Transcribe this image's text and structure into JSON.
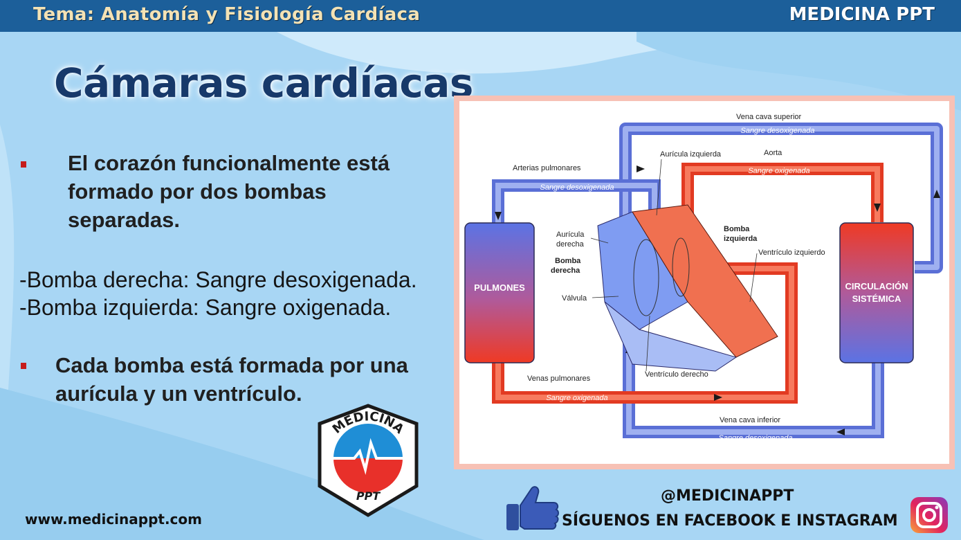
{
  "header": {
    "topic": "Tema: Anatomía y Fisiología Cardíaca",
    "brand": "MEDICINA PPT"
  },
  "slide_title": "Cámaras cardíacas",
  "bullets": [
    {
      "lines": [
        "El corazón funcionalmente está",
        "formado por dos bombas",
        "separadas."
      ]
    },
    {
      "lines": [
        "Cada bomba está formada por una",
        "aurícula y un ventrículo."
      ]
    }
  ],
  "pumps": [
    "-Bomba derecha: Sangre desoxigenada.",
    "-Bomba izquierda: Sangre oxigenada."
  ],
  "diagram": {
    "boxes": {
      "lungs": "PULMONES",
      "systemic": [
        "CIRCULACIÓN",
        "SISTÉMICA"
      ]
    },
    "labels": {
      "vena_cava_superior": "Vena cava superior",
      "auricula_izquierda": "Aurícula izquierda",
      "aorta": "Aorta",
      "arterias_pulmonares": "Arterias pulmonares",
      "auricula_derecha": [
        "Aurícula",
        "derecha"
      ],
      "bomba_derecha": [
        "Bomba",
        "derecha"
      ],
      "bomba_izquierda": [
        "Bomba",
        "izquierda"
      ],
      "ventriculo_izquierdo": "Ventrículo izquierdo",
      "valvula": "Válvula",
      "ventriculo_derecho": "Ventrículo derecho",
      "venas_pulmonares": "Venas pulmonares",
      "vena_cava_inferior": "Vena cava inferior"
    },
    "flows": {
      "deox_top": "Sangre desoxigenada",
      "ox_top": "Sangre oxigenada",
      "deox_pulm": "Sangre desoxigenada",
      "ox_bottom": "Sangre oxigenada",
      "deox_bottom": "Sangre desoxigenada"
    },
    "colors": {
      "deoxygenated": "#5f7fe6",
      "oxygenated": "#e8331f"
    }
  },
  "logo": {
    "arc_text": "MEDICINA",
    "sub_text": "PPT"
  },
  "footer": {
    "url": "www.medicinappt.com",
    "handle": "@MEDICINAPPT",
    "follow": "SÍGUENOS EN FACEBOOK E INSTAGRAM"
  },
  "icons": [
    "thumbs-up-icon",
    "instagram-icon"
  ]
}
